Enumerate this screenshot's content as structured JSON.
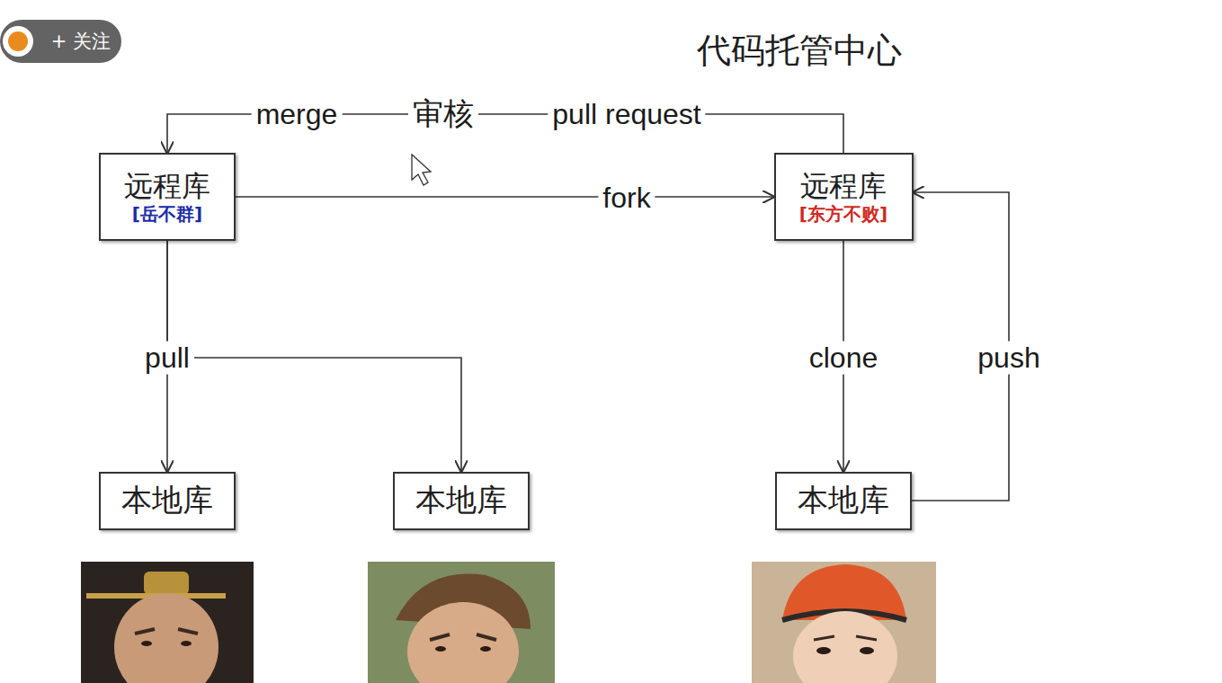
{
  "diagram": {
    "nodes": [
      {
        "text": [
          "代码托管中心"
        ]
      },
      {
        "text": [
          "远程库",
          "[岳不群]"
        ],
        "in": 0
      },
      {
        "text": [
          "远程库",
          "[东方不败]"
        ],
        "in": 0
      },
      {
        "text": [
          "本地库"
        ]
      },
      {
        "text": [
          "本地库"
        ]
      },
      {
        "text": [
          "本地库"
        ]
      }
    ],
    "edges": [
      {
        "from": 1,
        "to": 3,
        "arrow": "to",
        "label": "pull"
      },
      {
        "from": 1,
        "to": 4,
        "arrow": "to"
      },
      {
        "from": 1,
        "to": 2,
        "arrow": "to",
        "label": "fork"
      },
      {
        "from": 2,
        "to": 5,
        "arrow": "to",
        "label": "clone"
      },
      {
        "from": 5,
        "to": 2,
        "arrow": "to",
        "label": "push"
      },
      {
        "from": 2,
        "to": 1,
        "arrow": "to",
        "label": "pull request"
      }
    ],
    "labels": [
      "+ 关注",
      "审核",
      "merge"
    ]
  }
}
